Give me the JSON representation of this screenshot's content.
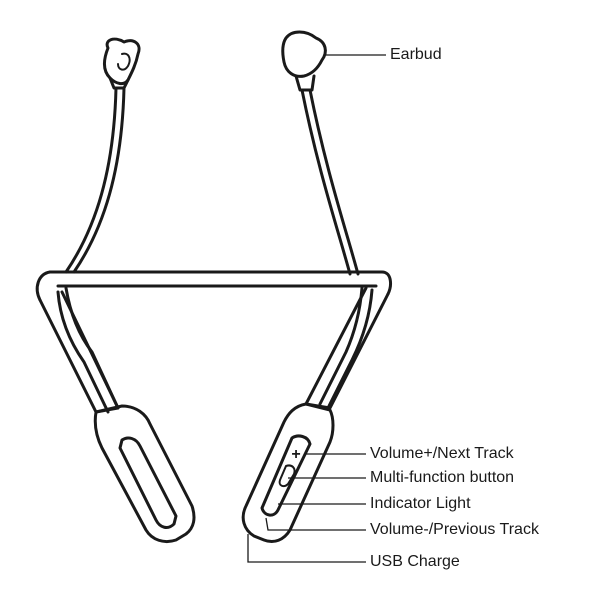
{
  "labels": {
    "earbud": "Earbud",
    "volume_up": "Volume+/Next Track",
    "multi_function": "Multi-function button",
    "indicator": "Indicator Light",
    "volume_down": "Volume-/Previous Track",
    "usb": "USB Charge"
  },
  "icons": {
    "plus": "+"
  },
  "colors": {
    "ink": "#1a1a1a",
    "background": "#ffffff"
  }
}
